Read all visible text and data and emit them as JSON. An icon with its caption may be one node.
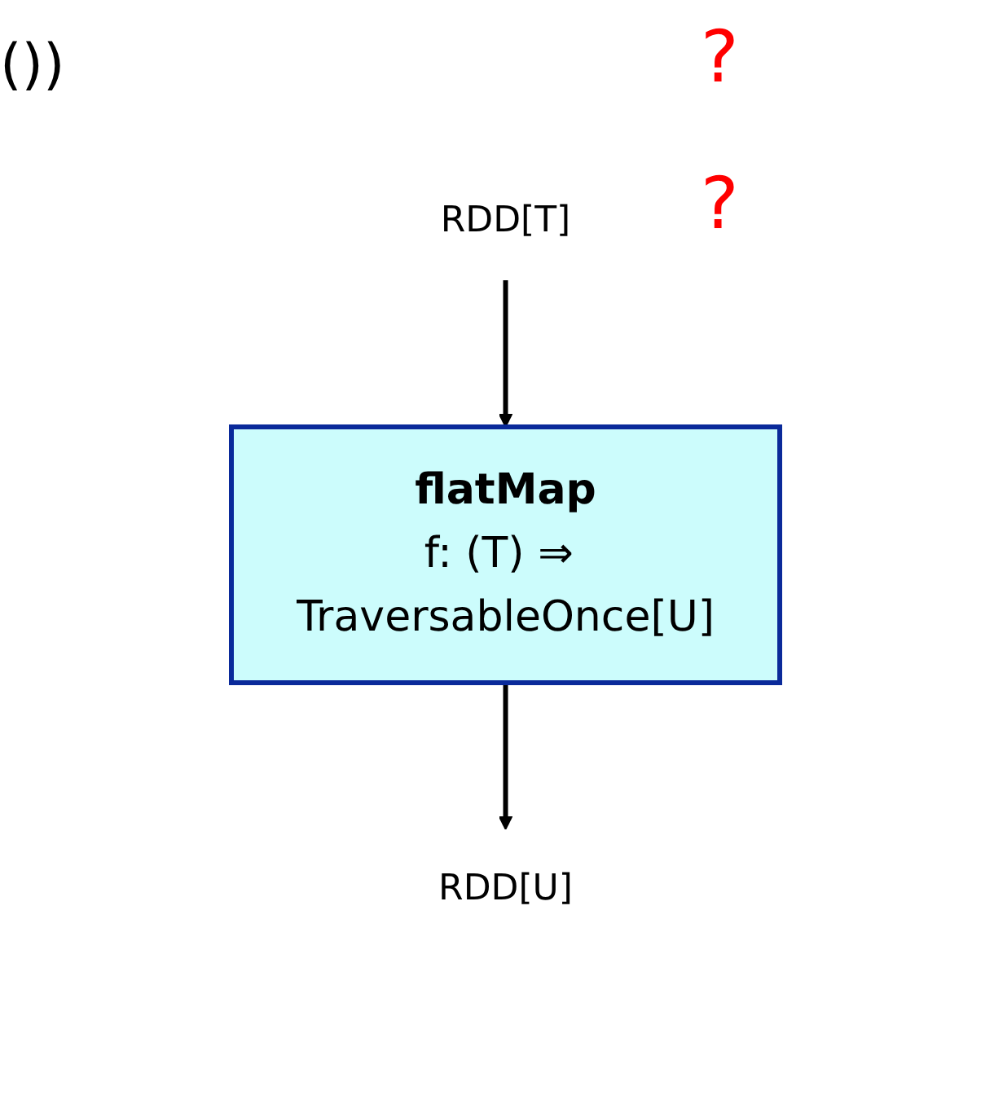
{
  "diagram": {
    "nodes": [
      {
        "text": [
          "RDD[T]"
        ]
      },
      {
        "text": [
          "flatMap",
          "f: (T) ⇒ TraversableOnce[U]"
        ]
      },
      {
        "text": [
          "RDD[U]"
        ]
      }
    ],
    "edges": [
      {
        "from": 0,
        "to": 1,
        "arrow": "to"
      },
      {
        "from": 1,
        "to": 2,
        "arrow": "to"
      }
    ],
    "labels": [
      "())",
      "?",
      "?"
    ]
  }
}
